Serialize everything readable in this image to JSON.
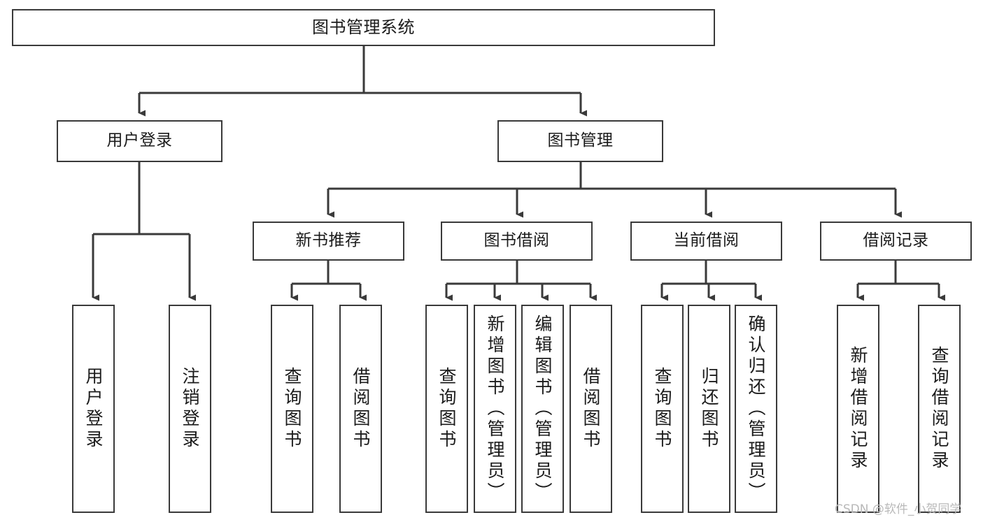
{
  "diagram": {
    "title": "图书管理系统",
    "type": "tree",
    "orientation": "top-down",
    "colors": {
      "box_border": "#3a3a3a",
      "box_fill": "#ffffff",
      "edge": "#3a3a3a",
      "text": "#1b1b1b",
      "watermark": "#b9b9b9",
      "background": "#ffffff"
    },
    "nodes": {
      "root": {
        "label": "图书管理系统"
      },
      "level1": [
        {
          "label": "用户登录"
        },
        {
          "label": "图书管理"
        }
      ],
      "level2": [
        {
          "label": "新书推荐"
        },
        {
          "label": "图书借阅"
        },
        {
          "label": "当前借阅"
        },
        {
          "label": "借阅记录"
        }
      ],
      "leaves": {
        "user_login": [
          {
            "label": "用户登录"
          },
          {
            "label": "注销登录"
          }
        ],
        "new_book_recommend": [
          {
            "label": "查询图书"
          },
          {
            "label": "借阅图书"
          }
        ],
        "book_borrow": [
          {
            "label": "查询图书"
          },
          {
            "label": "新增图书（管理员）"
          },
          {
            "label": "编辑图书（管理员）"
          },
          {
            "label": "借阅图书"
          }
        ],
        "current_borrow": [
          {
            "label": "查询图书"
          },
          {
            "label": "归还图书"
          },
          {
            "label": "确认归还（管理员）"
          }
        ],
        "borrow_record": [
          {
            "label": "新增借阅记录"
          },
          {
            "label": "查询借阅记录"
          }
        ]
      }
    },
    "watermark": "CSDN @软件_小贺同学"
  }
}
